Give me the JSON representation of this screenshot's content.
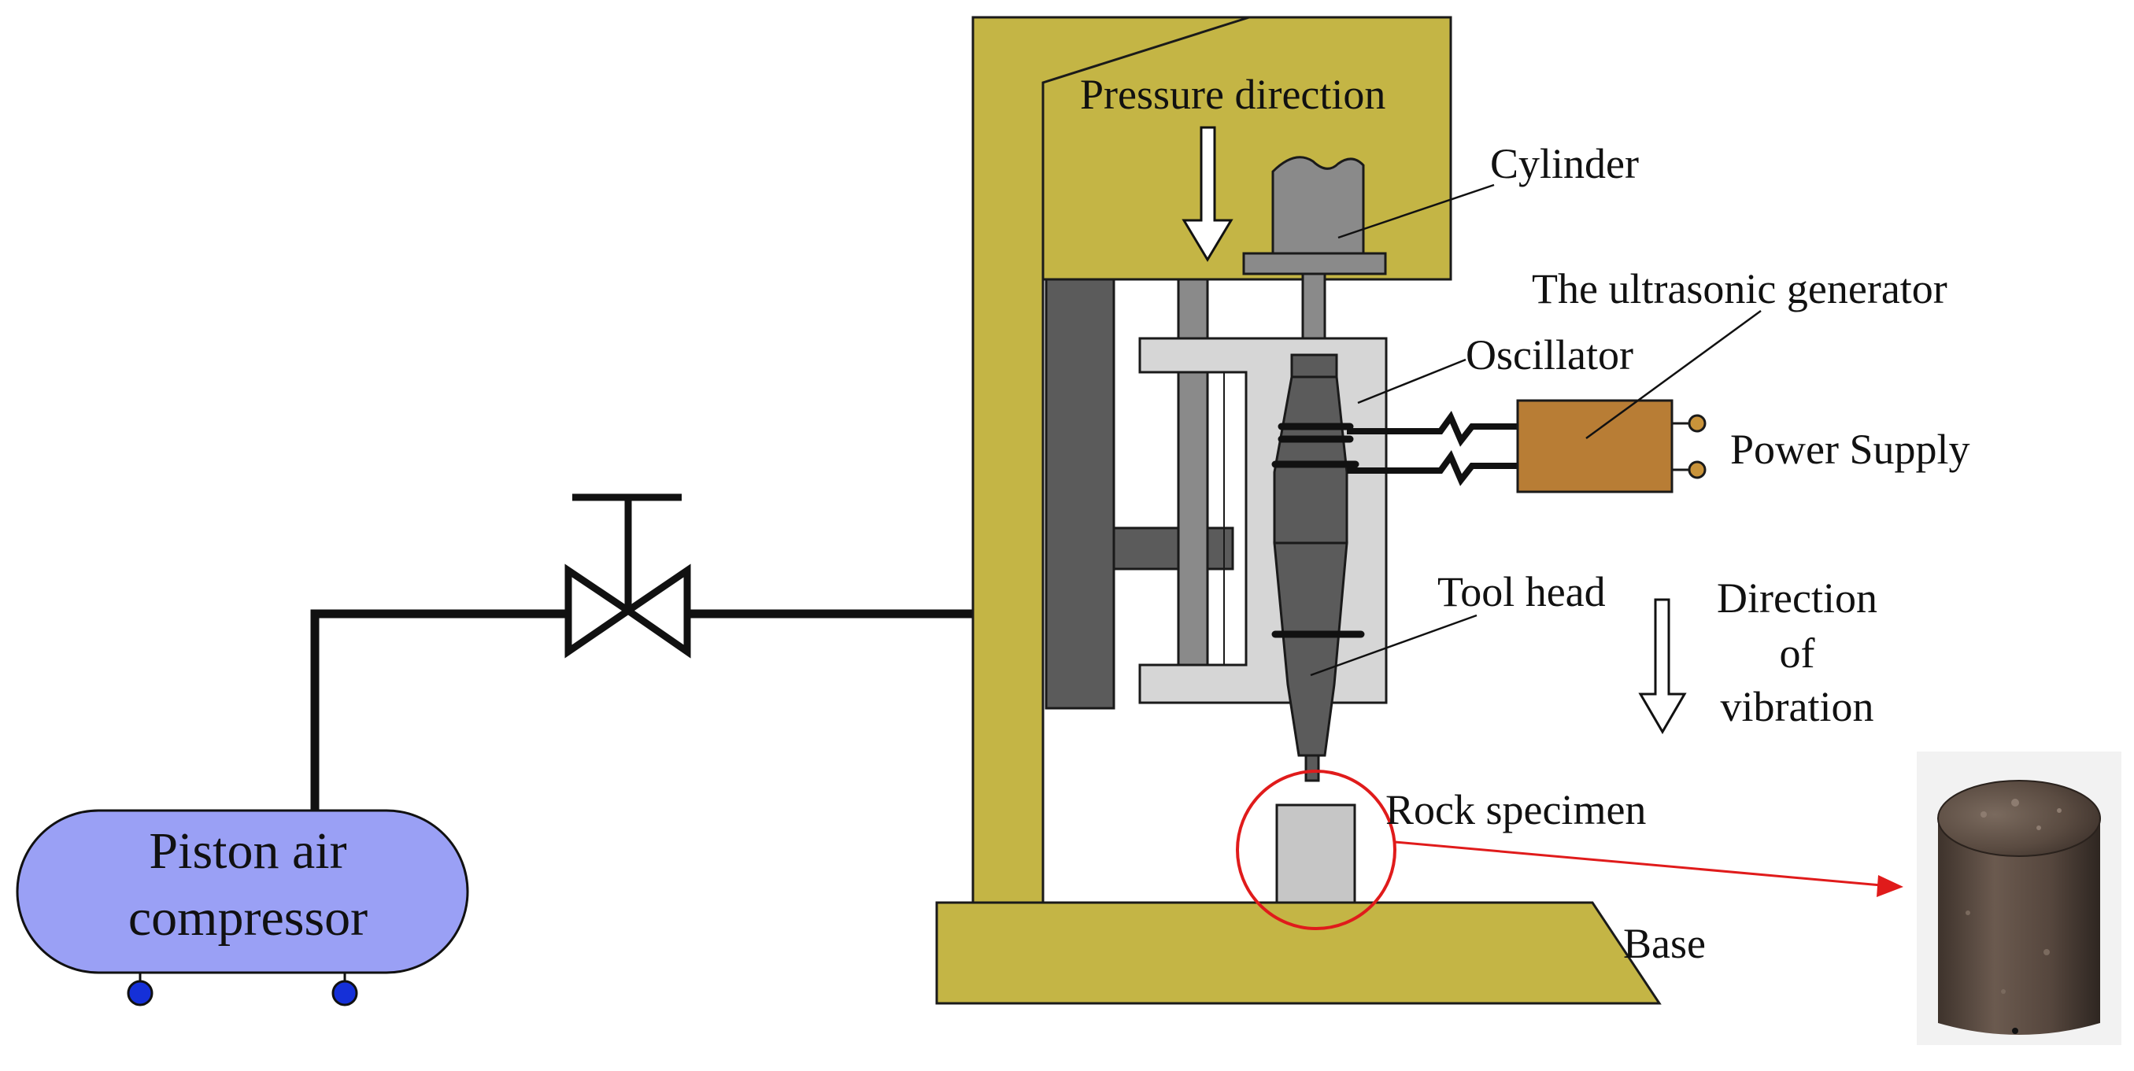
{
  "labels": {
    "pressure_direction": "Pressure direction",
    "cylinder": "Cylinder",
    "ultrasonic_generator": "The ultrasonic generator",
    "oscillator": "Oscillator",
    "power_supply": "Power Supply",
    "tool_head": "Tool head",
    "vibration_line1": "Direction",
    "vibration_line2": "of",
    "vibration_line3": "vibration",
    "rock_specimen": "Rock specimen",
    "base": "Base",
    "compressor_line1": "Piston air",
    "compressor_line2": "compressor"
  },
  "colors": {
    "frame": "#c4b545",
    "frame_outline": "#1a1a1a",
    "dark_gray": "#5b5b5b",
    "mid_gray": "#8a8a8a",
    "light_gray": "#d6d6d6",
    "generator": "#b87d35",
    "compressor": "#9aa0f5",
    "compressor_feet": "#1530d8",
    "highlight_circle": "#e01b1b",
    "specimen_arrow": "#e01b1b"
  },
  "icons": {
    "valve": "gate-valve-symbol",
    "pressure_arrow": "down-arrow-outline",
    "vibration_arrow": "down-arrow-outline",
    "rock_photo": "cylindrical-rock-core-photo"
  }
}
